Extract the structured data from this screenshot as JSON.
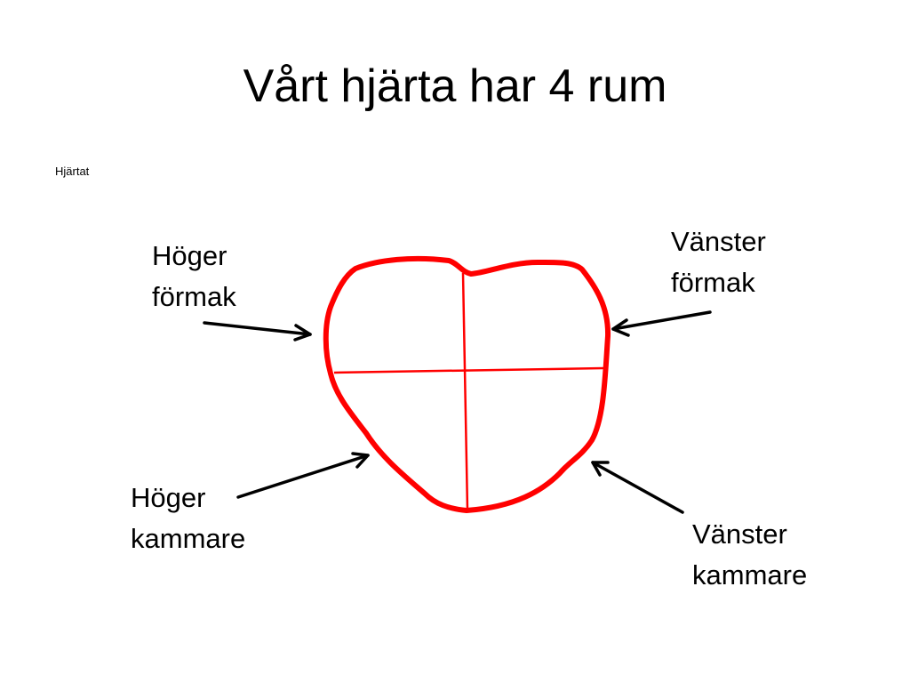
{
  "slide": {
    "title": "Vårt hjärta har 4 rum",
    "caption": "Hjärtat"
  },
  "labels": {
    "right_atrium": [
      "Höger",
      "förmak"
    ],
    "left_atrium": [
      "Vänster",
      "förmak"
    ],
    "right_ventricle": [
      "Höger",
      "kammare"
    ],
    "left_ventricle": [
      "Vänster",
      "kammare"
    ]
  },
  "colors": {
    "heart_outline": "#ff0000",
    "divider_lines": "#ff0000",
    "arrows": "#000000"
  }
}
